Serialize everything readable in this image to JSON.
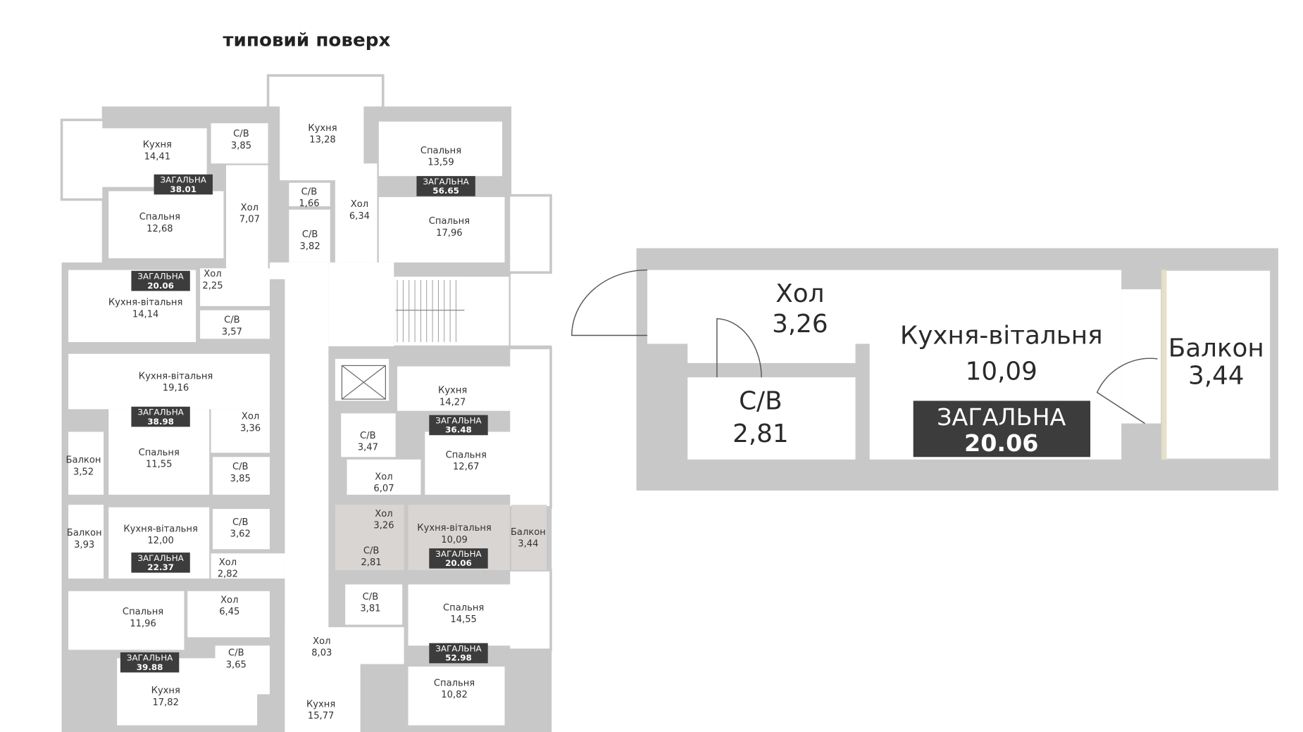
{
  "title": "типовий поверх",
  "plan": {
    "rooms": [
      [
        "Кухня",
        "14,41"
      ],
      [
        "С/В",
        "3,85"
      ],
      [
        "Кухня",
        "13,28"
      ],
      [
        "Спальня",
        "13,59"
      ],
      [
        "С/В",
        "1,66"
      ],
      [
        "Хол",
        "6,34"
      ],
      [
        "Хол",
        "7,07"
      ],
      [
        "Спальня",
        "12,68"
      ],
      [
        "С/В",
        "3,82"
      ],
      [
        "Спальня",
        "17,96"
      ],
      [
        "Хол",
        "2,25"
      ],
      [
        "Кухня-вітальня",
        "14,14"
      ],
      [
        "С/В",
        "3,57"
      ],
      [
        "Кухня-вітальня",
        "19,16"
      ],
      [
        "Кухня",
        "14,27"
      ],
      [
        "Хол",
        "3,36"
      ],
      [
        "С/В",
        "3,47"
      ],
      [
        "Спальня",
        "11,55"
      ],
      [
        "Спальня",
        "12,67"
      ],
      [
        "Балкон",
        "3,52"
      ],
      [
        "С/В",
        "3,85"
      ],
      [
        "Хол",
        "6,07"
      ],
      [
        "Хол",
        "3,26"
      ],
      [
        "Кухня-вітальня",
        "10,09"
      ],
      [
        "Балкон",
        "3,93"
      ],
      [
        "Кухня-вітальня",
        "12,00"
      ],
      [
        "С/В",
        "3,62"
      ],
      [
        "Балкон",
        "3,44"
      ],
      [
        "С/В",
        "2,81"
      ],
      [
        "Хол",
        "2,82"
      ],
      [
        "Хол",
        "6,45"
      ],
      [
        "С/В",
        "3,81"
      ],
      [
        "Спальня",
        "14,55"
      ],
      [
        "Спальня",
        "11,96"
      ],
      [
        "Хол",
        "8,03"
      ],
      [
        "С/В",
        "3,65"
      ],
      [
        "Спальня",
        "10,82"
      ],
      [
        "Кухня",
        "17,82"
      ],
      [
        "Кухня",
        "15,77"
      ]
    ],
    "total_label": "ЗАГАЛЬНА",
    "totals": [
      "38.01",
      "56.65",
      "20.06",
      "38.98",
      "36.48",
      "20.06",
      "22.37",
      "52.98",
      "39.88"
    ],
    "highlight_color": "#d9d5d2"
  },
  "detail": {
    "rooms": [
      [
        "Хол",
        "3,26"
      ],
      [
        "С/В",
        "2,81"
      ],
      [
        "Кухня-вітальня",
        "10,09"
      ],
      [
        "Балкон",
        "3,44"
      ]
    ],
    "total_label": "ЗАГАЛЬНА",
    "total": "20.06"
  },
  "colors": {
    "wall": "#c8c8c8",
    "badge": "#3c3c3c"
  }
}
